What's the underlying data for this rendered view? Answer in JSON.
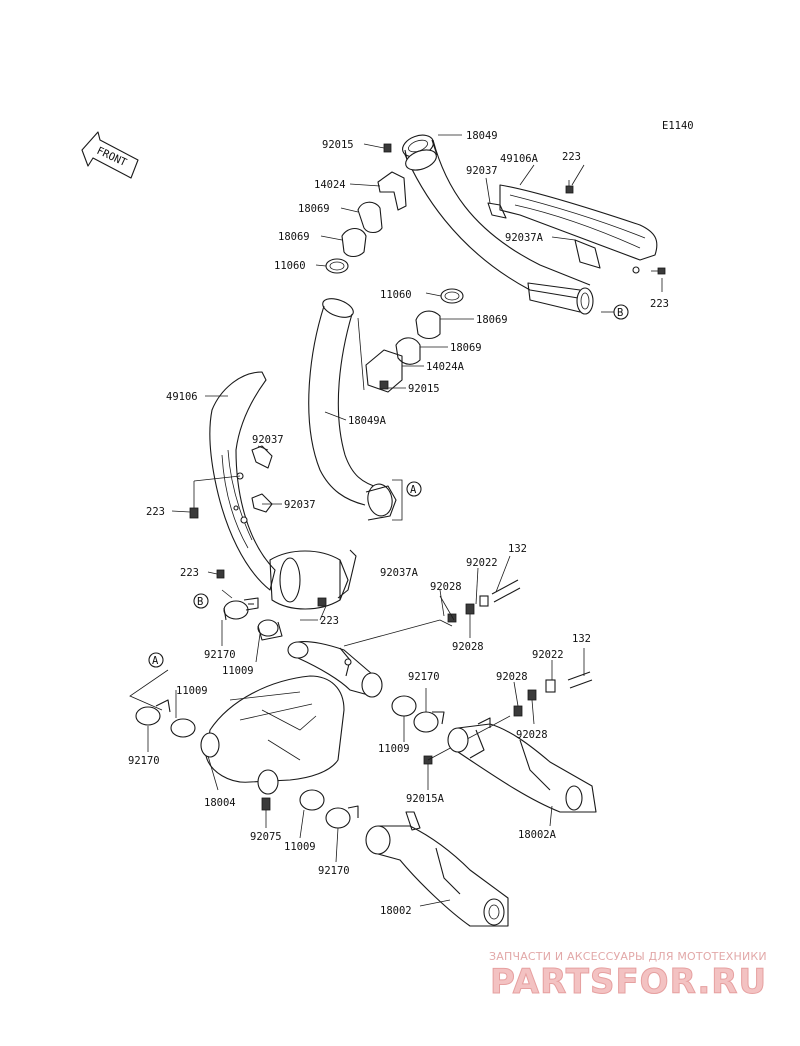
{
  "diagram_code": "E1140",
  "front_label": "FRONT",
  "callouts": {
    "A": "A",
    "B": "B"
  },
  "labels": {
    "p92015_top": "92015",
    "p18049": "18049",
    "p14024": "14024",
    "p18069_a": "18069",
    "p18069_b": "18069",
    "p11060_a": "11060",
    "p49106A": "49106A",
    "p223_top": "223",
    "p92037_top": "92037",
    "p92037A_top": "92037A",
    "p223_right": "223",
    "p11060_b": "11060",
    "p18069_c": "18069",
    "p18069_d": "18069",
    "p14024A": "14024A",
    "p92015_mid": "92015",
    "p49106": "49106",
    "p18049A": "18049A",
    "p92037_left_a": "92037",
    "p223_left_a": "223",
    "p92037_left_b": "92037",
    "p223_left_b": "223",
    "p92037A_mid": "92037A",
    "p92022_a": "92022",
    "p132_a": "132",
    "p92028_a": "92028",
    "p223_mid": "223",
    "p92028_b": "92028",
    "p92170_a": "92170",
    "p11009_a": "11009",
    "p11009_b": "11009",
    "p92170_b": "92170",
    "p92170_c": "92170",
    "p92022_b": "92022",
    "p132_b": "132",
    "p92028_c": "92028",
    "p92028_d": "92028",
    "p11009_c": "11009",
    "p92015A": "92015A",
    "p18004": "18004",
    "p92075": "92075",
    "p11009_d": "11009",
    "p92170_d": "92170",
    "p18002A": "18002A",
    "p18002": "18002"
  },
  "watermark": {
    "tagline": "ЗАПЧАСТИ И АКСЕССУАРЫ ДЛЯ МОТОТЕХНИКИ",
    "logo": "PARTSFOR.RU"
  }
}
